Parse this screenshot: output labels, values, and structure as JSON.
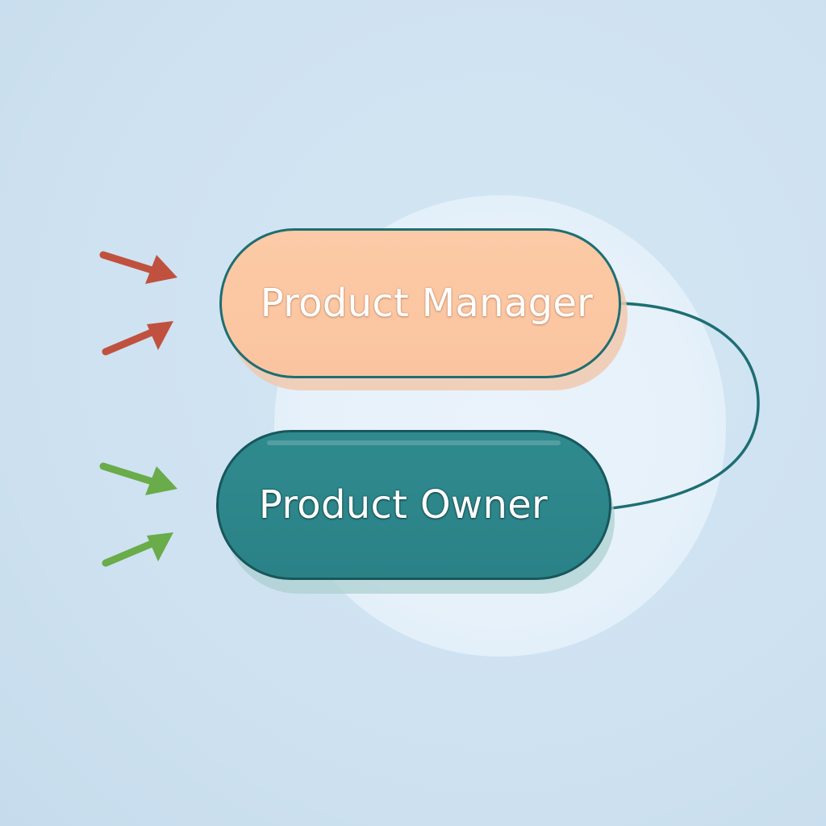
{
  "nodes": {
    "top": {
      "label": "Product Manager",
      "fill": "#fcc8a4",
      "border": "#1d6e72"
    },
    "bottom": {
      "label": "Product Owner",
      "fill": "#2d878b",
      "border": "#17575c"
    }
  },
  "arrows": {
    "top_color": "#c0513f",
    "bottom_color": "#6aab4a",
    "top_count": 2,
    "bottom_count": 2
  },
  "connector": {
    "color": "#1d6e72"
  },
  "colors": {
    "background": "#cfe2f1",
    "halo": "#e8f2fa"
  }
}
